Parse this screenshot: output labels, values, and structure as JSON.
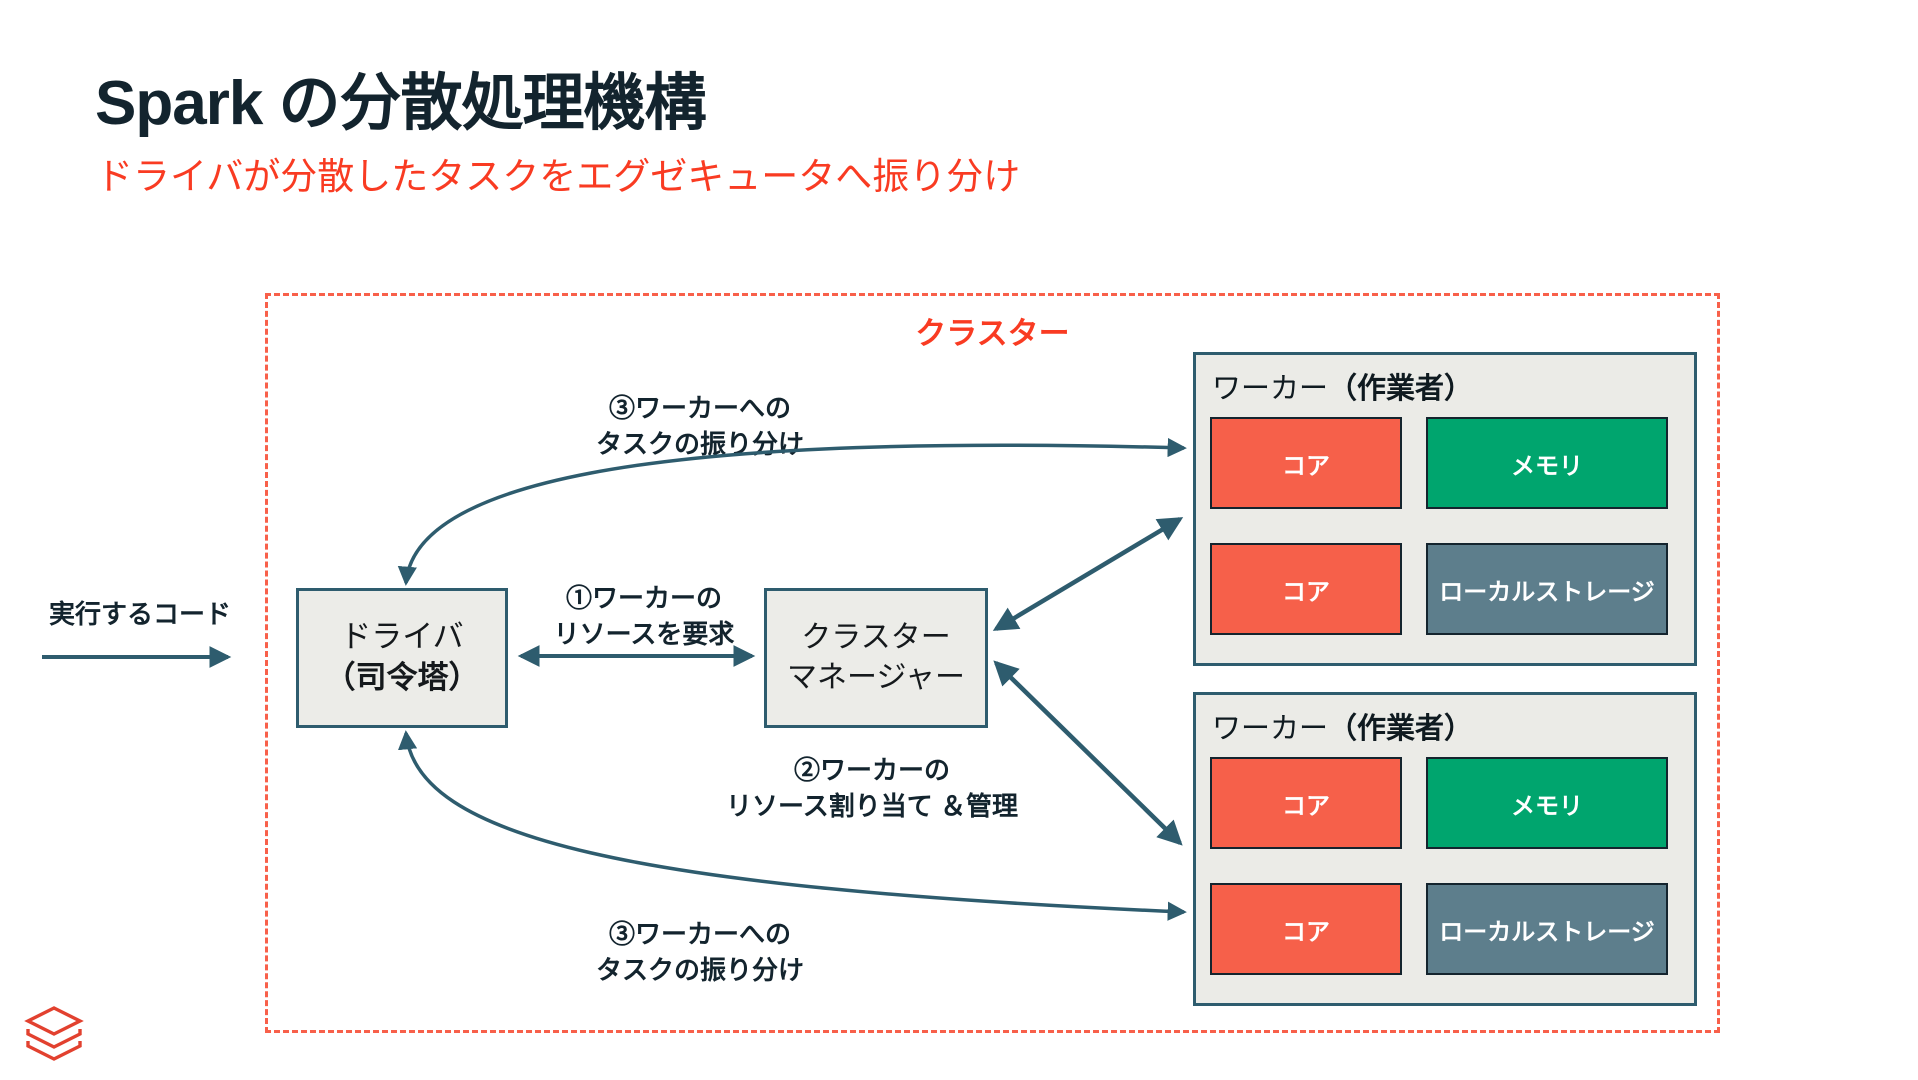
{
  "page": {
    "title": "Spark の分散処理機構",
    "subtitle": "ドライバが分散したタスクをエグゼキュータへ振り分け"
  },
  "colors": {
    "title_navy": "#13242E",
    "accent_red": "#F93B22",
    "cluster_dash_red": "#F8604A",
    "arrow_teal": "#2E5C6E",
    "node_fill_gray": "#ECECE8",
    "worker_fill_gray": "#EBEBE7",
    "core_orange": "#F6604A",
    "memory_green": "#00A56E",
    "storage_slate": "#5D7E8C",
    "logo_red": "#E2412F"
  },
  "cluster": {
    "label": "クラスター"
  },
  "input": {
    "label": "実行するコード"
  },
  "driver": {
    "line1": "ドライバ",
    "line2": "（司令塔）"
  },
  "manager": {
    "line1": "クラスター",
    "line2": "マネージャー"
  },
  "workers": [
    {
      "title_main": "ワーカー",
      "title_paren": "（作業者）",
      "cells": [
        {
          "label": "コア",
          "color": "#F6604A"
        },
        {
          "label": "メモリ",
          "color": "#00A56E"
        },
        {
          "label": "コア",
          "color": "#F6604A"
        },
        {
          "label": "ローカルストレージ",
          "color": "#5D7E8C"
        }
      ]
    },
    {
      "title_main": "ワーカー",
      "title_paren": "（作業者）",
      "cells": [
        {
          "label": "コア",
          "color": "#F6604A"
        },
        {
          "label": "メモリ",
          "color": "#00A56E"
        },
        {
          "label": "コア",
          "color": "#F6604A"
        },
        {
          "label": "ローカルストレージ",
          "color": "#5D7E8C"
        }
      ]
    }
  ],
  "annotations": {
    "step1": {
      "line1": "①ワーカーの",
      "line2": "リソースを要求"
    },
    "step2": {
      "line1": "②ワーカーの",
      "line2": "リソース割り当て ＆管理"
    },
    "step3_top": {
      "line1": "③ワーカーへの",
      "line2": "タスクの振り分け"
    },
    "step3_bottom": {
      "line1": "③ワーカーへの",
      "line2": "タスクの振り分け"
    }
  },
  "logo": {
    "name": "databricks-logo"
  }
}
